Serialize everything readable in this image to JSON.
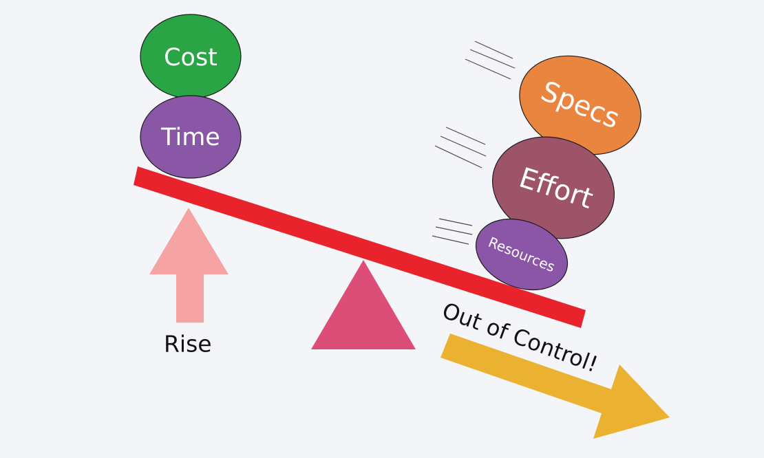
{
  "labels": {
    "cost": "Cost",
    "time": "Time",
    "specs": "Specs",
    "effort": "Effort",
    "resources": "Resources",
    "rise": "Rise",
    "out_of_control": "Out of Control!"
  },
  "colors": {
    "background": "#f4f5f8",
    "cost": "#2aa545",
    "time": "#8957a5",
    "specs": "#ea8540",
    "effort": "#9d5468",
    "resources": "#8b55a8",
    "plank": "#e8232c",
    "fulcrum": "#dc4d77",
    "rise_arrow": "#f6a3a3",
    "out_arrow": "#ebb131",
    "outline": "#1a1a1a"
  }
}
